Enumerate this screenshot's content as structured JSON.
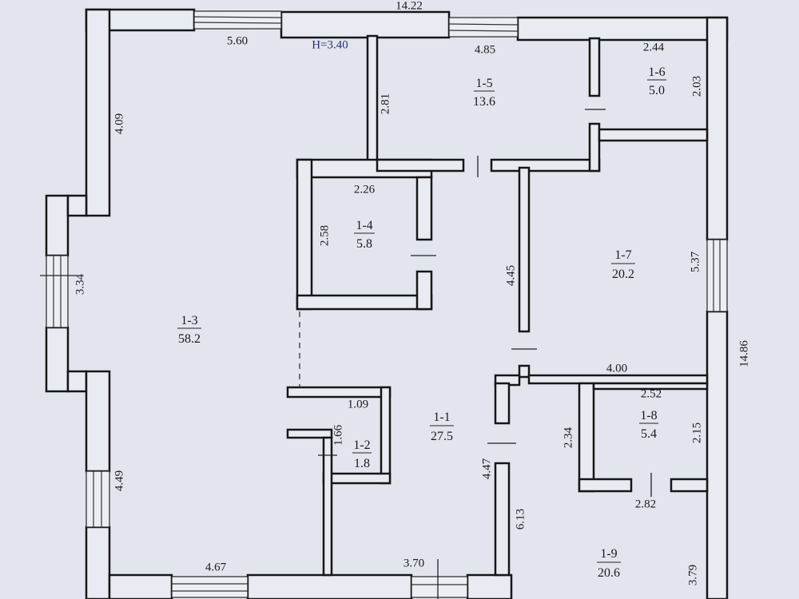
{
  "ceiling_height": "H=3.40",
  "rooms": [
    {
      "id": "1-1",
      "area": "27.5"
    },
    {
      "id": "1-2",
      "area": "1.8"
    },
    {
      "id": "1-3",
      "area": "58.2"
    },
    {
      "id": "1-4",
      "area": "5.8"
    },
    {
      "id": "1-5",
      "area": "13.6"
    },
    {
      "id": "1-6",
      "area": "5.0"
    },
    {
      "id": "1-7",
      "area": "20.2"
    },
    {
      "id": "1-8",
      "area": "5.4"
    },
    {
      "id": "1-9",
      "area": "20.6"
    }
  ],
  "dimensions": {
    "overall_width": "14.22",
    "overall_depth": "14.86",
    "horizontal": [
      "5.60",
      "4.85",
      "2.44",
      "2.26",
      "4.00",
      "2.52",
      "1.09",
      "2.82",
      "4.67",
      "3.70"
    ],
    "vertical": [
      "4.09",
      "2.81",
      "2.03",
      "2.58",
      "4.45",
      "5.37",
      "3.34",
      "1.66",
      "2.34",
      "2.15",
      "4.49",
      "4.47",
      "6.13",
      "3.79"
    ]
  },
  "colors": {
    "wall": "#161616",
    "paper": "#e3e5ee",
    "height_label": "#26306e"
  }
}
